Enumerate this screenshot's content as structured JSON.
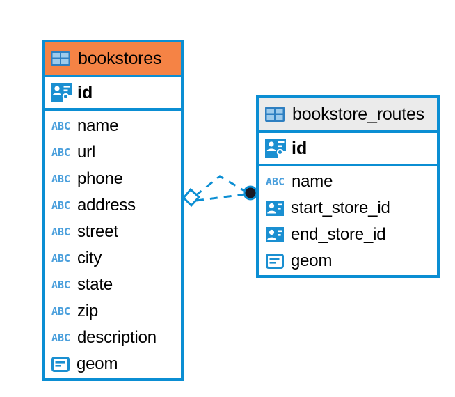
{
  "diagram": {
    "type": "entity-relationship-diagram",
    "background_color": "#ffffff",
    "accent_color": "#0b8ed3",
    "highlight_color": "#f58345",
    "neutral_header_color": "#ebebeb"
  },
  "entities": [
    {
      "name": "bookstores",
      "header_style": "accent",
      "header_icon": "table-icon",
      "primary_key": {
        "label": "id",
        "icon": "primary-key-icon"
      },
      "fields": [
        {
          "label": "name",
          "icon": "abc-icon",
          "type": "text"
        },
        {
          "label": "url",
          "icon": "abc-icon",
          "type": "text"
        },
        {
          "label": "phone",
          "icon": "abc-icon",
          "type": "text"
        },
        {
          "label": "address",
          "icon": "abc-icon",
          "type": "text"
        },
        {
          "label": "street",
          "icon": "abc-icon",
          "type": "text"
        },
        {
          "label": "city",
          "icon": "abc-icon",
          "type": "text"
        },
        {
          "label": "state",
          "icon": "abc-icon",
          "type": "text"
        },
        {
          "label": "zip",
          "icon": "abc-icon",
          "type": "text"
        },
        {
          "label": "description",
          "icon": "abc-icon",
          "type": "text"
        },
        {
          "label": "geom",
          "icon": "geometry-icon",
          "type": "geometry"
        }
      ]
    },
    {
      "name": "bookstore_routes",
      "header_style": "neutral",
      "header_icon": "table-icon",
      "primary_key": {
        "label": "id",
        "icon": "primary-key-icon"
      },
      "fields": [
        {
          "label": "name",
          "icon": "abc-icon",
          "type": "text"
        },
        {
          "label": "start_store_id",
          "icon": "foreign-key-icon",
          "type": "foreign-key"
        },
        {
          "label": "end_store_id",
          "icon": "foreign-key-icon",
          "type": "foreign-key"
        },
        {
          "label": "geom",
          "icon": "geometry-icon",
          "type": "geometry"
        }
      ]
    }
  ],
  "relationships": [
    {
      "from": "bookstores",
      "to": "bookstore_routes",
      "style": "dashed",
      "color": "#0b8ed3",
      "source_marker": "diamond-marker",
      "target_marker": "filled-circle-marker"
    },
    {
      "from": "bookstores",
      "to": "bookstore_routes",
      "style": "dashed",
      "color": "#0b8ed3",
      "source_marker": "diamond-marker",
      "target_marker": "filled-circle-marker"
    }
  ]
}
